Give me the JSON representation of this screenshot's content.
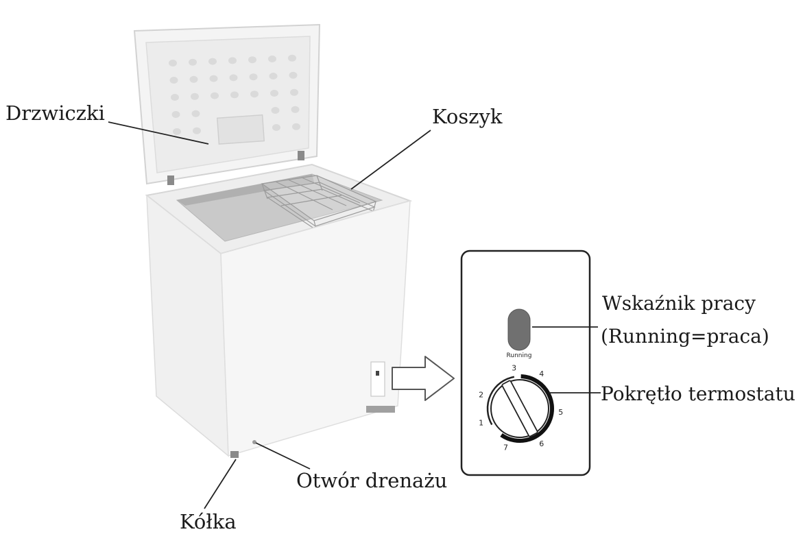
{
  "labels": {
    "door": "Drzwiczki",
    "basket": "Koszyk",
    "indicator_line1": "Wskaźnik pracy",
    "indicator_line2": "(Running=praca)",
    "thermostat": "Pokrętło termostatu",
    "drain": "Otwór drenażu",
    "wheels": "Kółka"
  },
  "panel": {
    "indicator_caption": "Running",
    "dial_numbers": [
      "1",
      "2",
      "3",
      "4",
      "5",
      "6",
      "7"
    ]
  },
  "colors": {
    "line": "#222222",
    "freezer_body": "#f1f1f1",
    "interior": "#cfcfcf",
    "indicator_lamp": "#6f6f6f"
  }
}
